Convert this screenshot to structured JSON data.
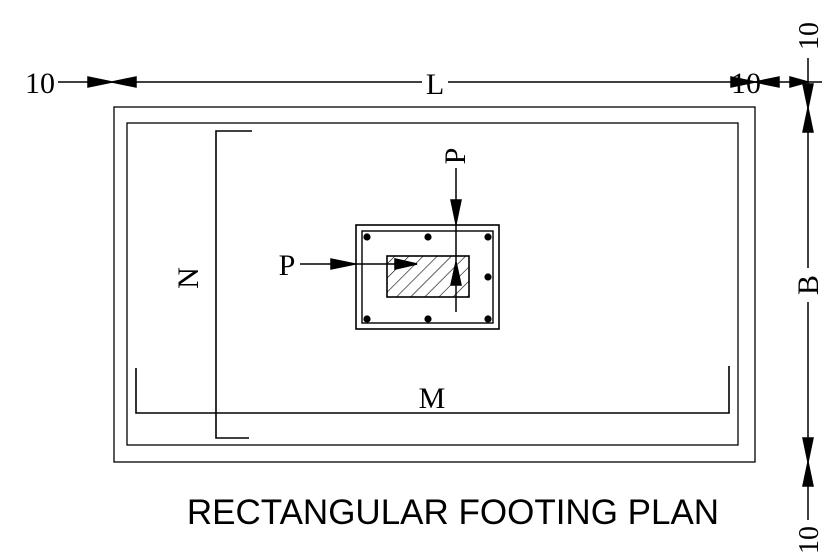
{
  "drawing": {
    "title": "RECTANGULAR FOOTING PLAN",
    "labels": {
      "length": "L",
      "width": "B",
      "offset_left": "10",
      "offset_right": "10",
      "offset_top": "10",
      "offset_bottom": "10",
      "bar_m": "M",
      "bar_n": "N",
      "load_horizontal": "P",
      "load_vertical": "P"
    }
  }
}
